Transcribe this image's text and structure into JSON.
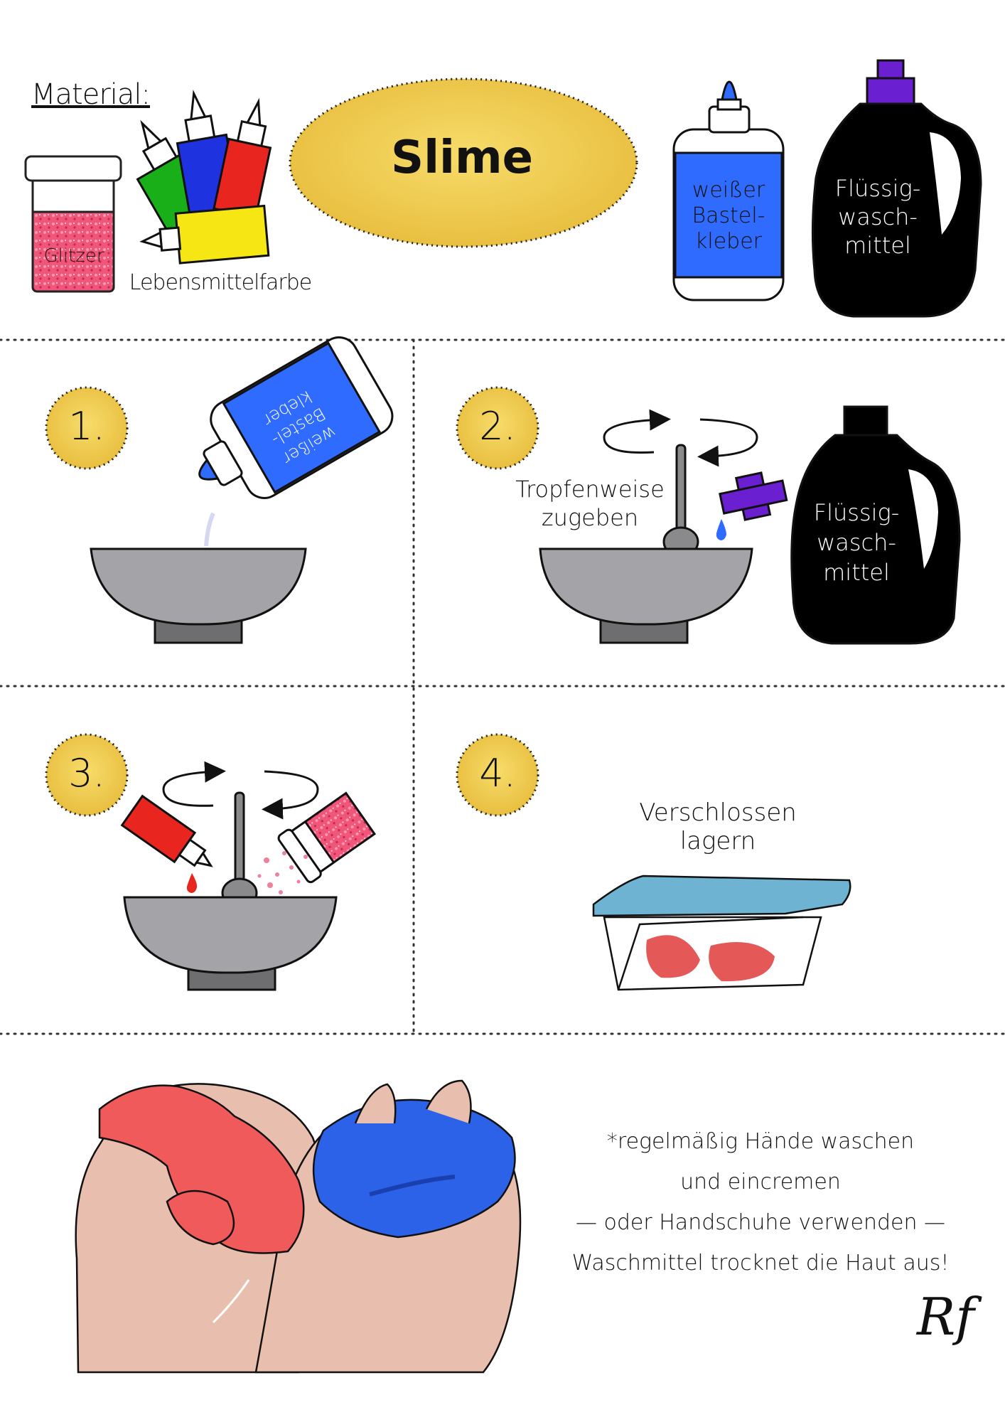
{
  "header": {
    "material_title": "Material:",
    "title": "Slime"
  },
  "materials": {
    "glitter": "Glitzer",
    "food_coloring": "Lebensmittelfarbe",
    "glue": [
      "weißer",
      "Bastel-",
      "kleber"
    ],
    "detergent": [
      "Flüssig-",
      "wasch-",
      "mittel"
    ]
  },
  "steps": [
    {
      "number": "1.",
      "glue_label": [
        "weißer",
        "Bastel-",
        "kleber"
      ]
    },
    {
      "number": "2.",
      "instruction": [
        "Tropfenweise",
        "zugeben"
      ],
      "detergent_label": [
        "Flüssig-",
        "wasch-",
        "mittel"
      ]
    },
    {
      "number": "3."
    },
    {
      "number": "4.",
      "instruction": "Verschlossen lagern"
    }
  ],
  "note": {
    "line1": "*regelmäßig Hände waschen",
    "line2": "und eincremen",
    "line3": "— oder Handschuhe verwenden —",
    "line4": "Waschmittel trocknet die Haut aus!"
  },
  "signature": "Rf",
  "colors": {
    "gold": "#F2CE4A",
    "blue": "#2F6BFF",
    "purple": "#6A1FD0",
    "red": "#E8261F",
    "green": "#1DB11D",
    "yellow": "#F5E614",
    "bowl_gray": "#A4A4A8",
    "slime_red": "#F05A5A",
    "slime_blue": "#2C62E8",
    "lid_blue": "#6FB3D2",
    "skin": "#E8BFAE"
  },
  "icons": [
    "glitter-jar-icon",
    "food-color-tubes-icon",
    "glue-bottle-icon",
    "detergent-bottle-icon",
    "bowl-icon",
    "spoon-icon",
    "rotation-arrows-icon",
    "storage-box-icon",
    "hands-slime-icon"
  ]
}
